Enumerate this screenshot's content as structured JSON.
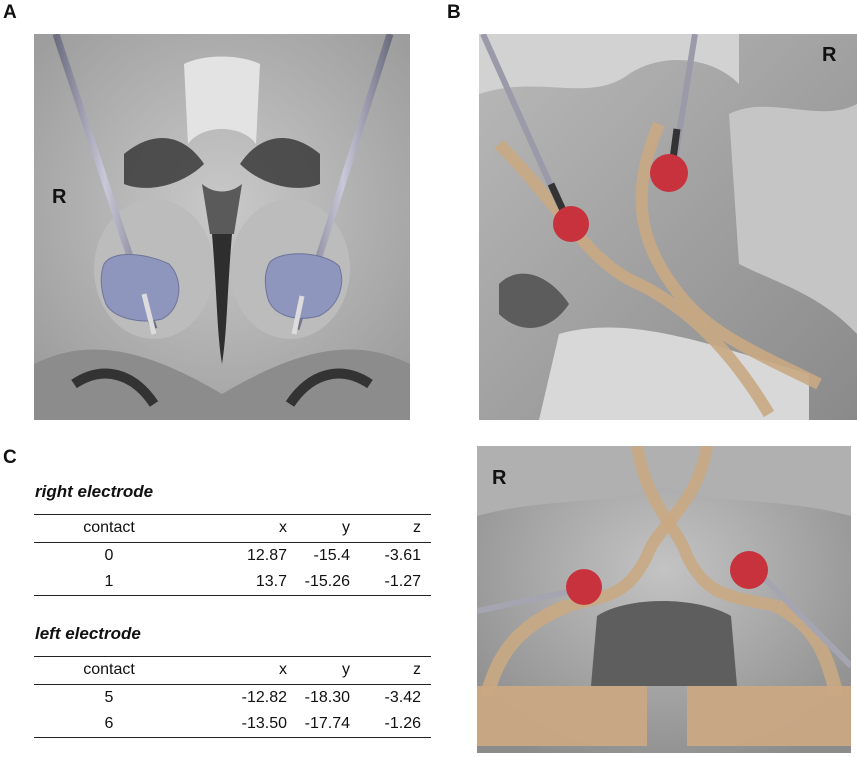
{
  "panels": {
    "a": {
      "letter": "A",
      "side_label": "R"
    },
    "b": {
      "letter": "B",
      "side_label": "R"
    },
    "c": {
      "letter": "C"
    },
    "d": {
      "side_label": "R"
    }
  },
  "tables": [
    {
      "title": "right electrode",
      "headers": [
        "contact",
        "x",
        "y",
        "z"
      ],
      "rows": [
        [
          "0",
          "12.87",
          "-15.4",
          "-3.61"
        ],
        [
          "1",
          "13.7",
          "-15.26",
          "-1.27"
        ]
      ]
    },
    {
      "title": "left electrode",
      "headers": [
        "contact",
        "x",
        "y",
        "z"
      ],
      "rows": [
        [
          "5",
          "-12.82",
          "-18.30",
          "-3.42"
        ],
        [
          "6",
          "-13.50",
          "-17.74",
          "-1.26"
        ]
      ]
    }
  ]
}
